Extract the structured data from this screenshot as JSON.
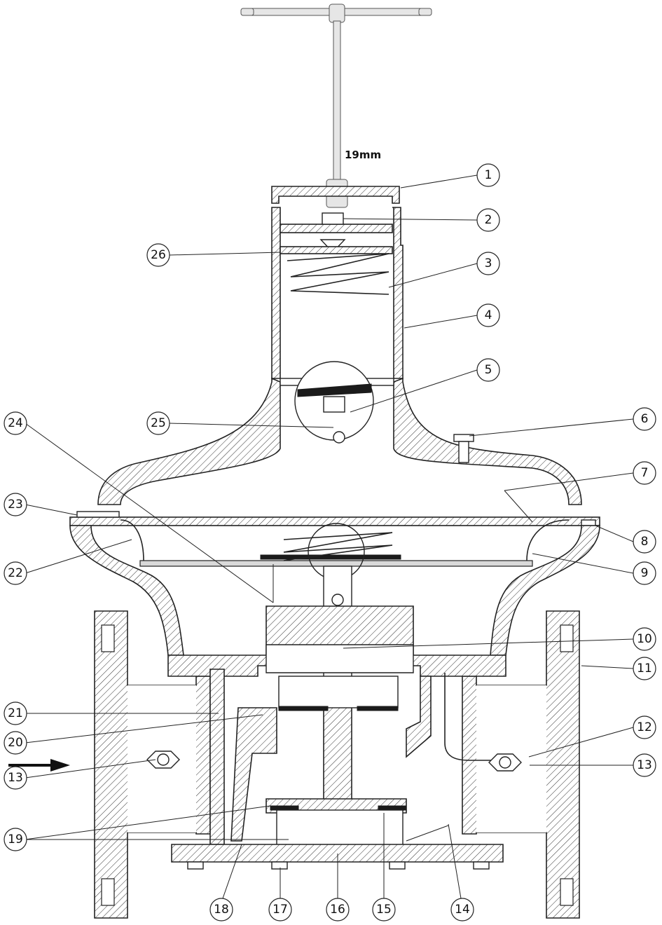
{
  "tool": {
    "size_label": "19mm"
  },
  "flow_direction": "right",
  "callouts": [
    {
      "id": "1",
      "label": "1"
    },
    {
      "id": "2",
      "label": "2"
    },
    {
      "id": "3",
      "label": "3"
    },
    {
      "id": "4",
      "label": "4"
    },
    {
      "id": "5",
      "label": "5"
    },
    {
      "id": "6",
      "label": "6"
    },
    {
      "id": "7",
      "label": "7"
    },
    {
      "id": "8",
      "label": "8"
    },
    {
      "id": "9",
      "label": "9"
    },
    {
      "id": "10",
      "label": "10"
    },
    {
      "id": "11",
      "label": "11"
    },
    {
      "id": "12",
      "label": "12"
    },
    {
      "id": "13a",
      "label": "13"
    },
    {
      "id": "13b",
      "label": "13"
    },
    {
      "id": "14",
      "label": "14"
    },
    {
      "id": "15",
      "label": "15"
    },
    {
      "id": "16",
      "label": "16"
    },
    {
      "id": "17",
      "label": "17"
    },
    {
      "id": "18",
      "label": "18"
    },
    {
      "id": "19",
      "label": "19"
    },
    {
      "id": "20",
      "label": "20"
    },
    {
      "id": "21",
      "label": "21"
    },
    {
      "id": "22",
      "label": "22"
    },
    {
      "id": "23",
      "label": "23"
    },
    {
      "id": "24",
      "label": "24"
    },
    {
      "id": "25",
      "label": "25"
    },
    {
      "id": "26",
      "label": "26"
    }
  ]
}
